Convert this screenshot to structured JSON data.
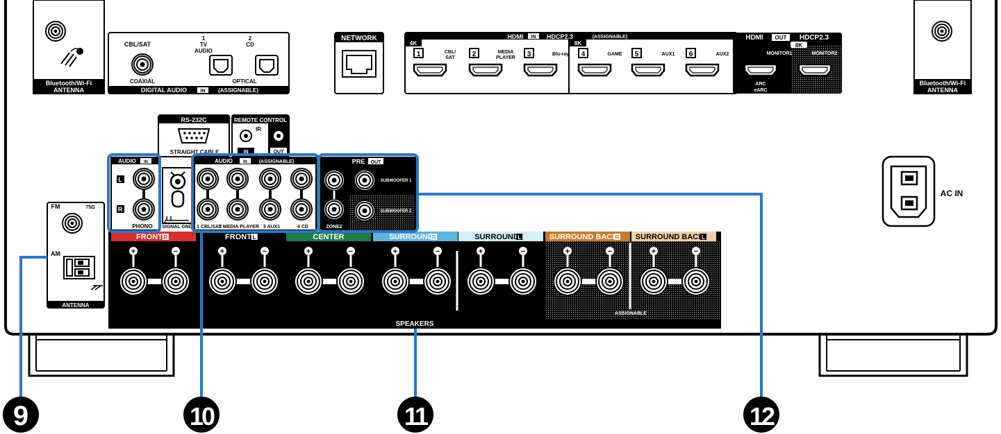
{
  "antenna_left": {
    "label_line1": "Bluetooth/Wi-Fi",
    "label_line2": "ANTENNA"
  },
  "antenna_right": {
    "label_line1": "Bluetooth/Wi-Fi",
    "label_line2": "ANTENNA"
  },
  "digital_audio": {
    "coaxial_top": "CBL/SAT",
    "coaxial_bottom": "COAXIAL",
    "optical1_num": "1",
    "optical1_l1": "TV",
    "optical1_l2": "AUDIO",
    "optical2_num": "2",
    "optical2_l1": "CD",
    "optical_bottom": "OPTICAL",
    "footer_a": "DIGITAL AUDIO",
    "footer_in": "IN",
    "footer_b": "(ASSIGNABLE)"
  },
  "network": {
    "label": "NETWORK"
  },
  "hdmi_in": {
    "title_a": "HDMI",
    "title_in": "IN",
    "title_b": "HDCP2.3",
    "title_c": "(ASSIGNABLE)",
    "badge_4k": "4K",
    "badge_8k": "8K",
    "ports": [
      {
        "num": "1",
        "l1": "CBL/",
        "l2": "SAT"
      },
      {
        "num": "2",
        "l1": "MEDIA",
        "l2": "PLAYER"
      },
      {
        "num": "3",
        "l1": "Blu-ray",
        "l2": ""
      },
      {
        "num": "4",
        "l1": "GAME",
        "l2": ""
      },
      {
        "num": "5",
        "l1": "AUX1",
        "l2": ""
      },
      {
        "num": "6",
        "l1": "AUX2",
        "l2": ""
      }
    ]
  },
  "hdmi_out": {
    "title_a": "HDMI",
    "title_out": "OUT",
    "title_b": "HDCP2.3",
    "badge_8k": "8K",
    "monitor1": "MONITOR1",
    "monitor2": "MONITOR2",
    "arc": "ARC",
    "earc": "eARC"
  },
  "rs232c": {
    "title": "RS-232C",
    "sub": "STRAIGHT CABLE"
  },
  "remote": {
    "title": "REMOTE CONTROL",
    "ir": "IR",
    "in": "IN",
    "out": "OUT"
  },
  "phono": {
    "title_a": "AUDIO",
    "title_in": "IN",
    "left": "L",
    "right": "R",
    "bottom": "PHONO"
  },
  "signal_gnd": "SIGNAL GND",
  "audio_in": {
    "title_a": "AUDIO",
    "title_in": "IN",
    "title_b": "(ASSIGNABLE)",
    "labels": [
      "1 CBL/SAT",
      "2 MEDIA PLAYER",
      "3 AUX1",
      "4 CD"
    ]
  },
  "pre_out": {
    "title_a": "PRE",
    "title_out": "OUT",
    "zone2": "ZONE2",
    "sub1": "SUBWOOFER 1",
    "sub2": "SUBWOOFER 2"
  },
  "antenna_terminals": {
    "fm": "FM",
    "ohm": "75Ω",
    "am": "AM",
    "footer": "ANTENNA"
  },
  "speakers": {
    "footer": "SPEAKERS",
    "assignable": "ASSIGNABLE",
    "plus": "+",
    "minus": "−",
    "groups": [
      {
        "name": "FRONT",
        "side": "R",
        "color": "#d3302f"
      },
      {
        "name": "FRONT",
        "side": "L",
        "color": "#ffffff"
      },
      {
        "name": "CENTER",
        "side": "",
        "color": "#1e7a4c"
      },
      {
        "name": "SURROUND",
        "side": "R",
        "color": "#5fb4dd"
      },
      {
        "name": "SURROUND",
        "side": "L",
        "color": "#d3eef8"
      },
      {
        "name": "SURROUND BACK",
        "side": "R",
        "color": "#c77b2b"
      },
      {
        "name": "SURROUND BACK",
        "side": "L",
        "color": "#efcfa4"
      }
    ]
  },
  "ac_in": "AC IN",
  "callouts": [
    "9",
    "10",
    "11",
    "12"
  ],
  "colors": {
    "callout_blue": "#2b78c2",
    "panel_black": "#000000"
  }
}
